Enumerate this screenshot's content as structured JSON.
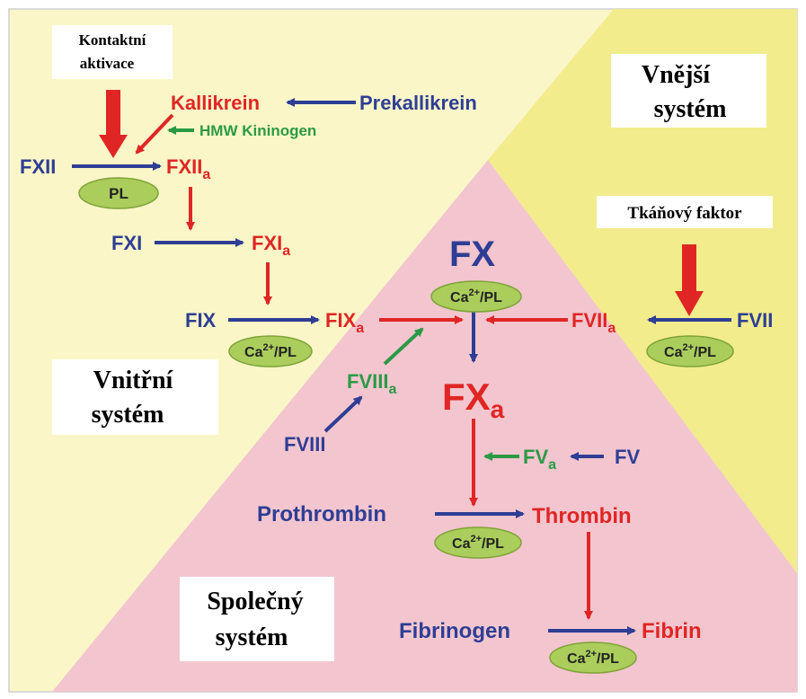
{
  "colors": {
    "background_intrinsic": "#faf6c8",
    "background_extrinsic": "#f2ec8c",
    "background_common": "#f3c5cf",
    "border": "#cfcfcf",
    "factor_blue": "#2e3e94",
    "factor_red": "#e02624",
    "factor_green": "#2b9a45",
    "cofactor_oval": "#aacd5c",
    "cofactor_oval_stroke": "#7ea336",
    "label_box": "#ffffff"
  },
  "boxes": {
    "contact_activation": [
      "Kontaktní",
      "aktivace"
    ],
    "extrinsic_system": [
      "Vnější",
      "systém"
    ],
    "tissue_factor": "Tkáňový faktor",
    "intrinsic_system": [
      "Vnitřní",
      "systém"
    ],
    "common_system": [
      "Společný",
      "systém"
    ]
  },
  "factors": {
    "kallikrein": "Kallikrein",
    "prekallikrein": "Prekallikrein",
    "hmw_kininogen": "HMW Kininogen",
    "fxii": "FXII",
    "fxiia": "FXII",
    "fxi": "FXI",
    "fxia": "FXI",
    "fix": "FIX",
    "fixa": "FIX",
    "fviiia": "FVIII",
    "fviii": "FVIII",
    "fx": "FX",
    "fxa": "FX",
    "fviia": "FVII",
    "fvii": "FVII",
    "fva": "FV",
    "fv": "FV",
    "prothrombin": "Prothrombin",
    "thrombin": "Thrombin",
    "fibrinogen": "Fibrinogen",
    "fibrin": "Fibrin"
  },
  "subscript_active": "a",
  "cofactors": {
    "pl": "PL",
    "ca_base": "Ca",
    "ca_sup": "2+",
    "ca_rest": "/PL"
  }
}
